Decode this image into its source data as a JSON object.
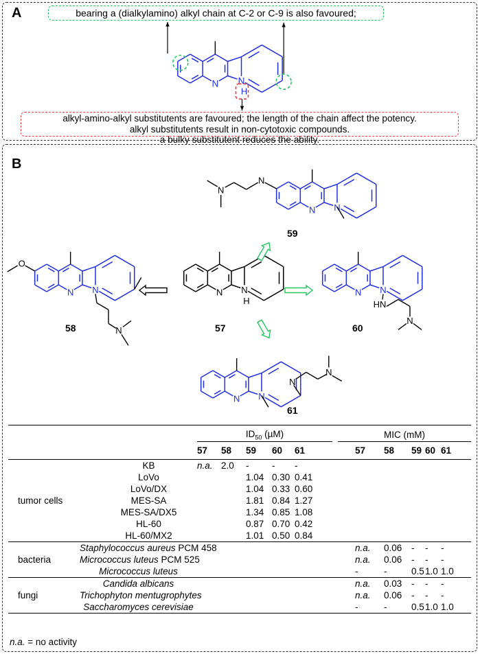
{
  "panel_a": {
    "label": "A",
    "note_top": "bearing a (dialkylamino) alkyl chain at C-2 or C-9 is also favoured;",
    "note_bottom": [
      "alkyl-amino-alkyl substitutents are favoured; the length of the chain affect the potency.",
      "alkyl substitutents result in non-cytotoxic compounds.",
      "a bulky substitutent reduces the ability."
    ]
  },
  "panel_b": {
    "label": "B",
    "compounds": [
      "57",
      "58",
      "59",
      "60",
      "61"
    ]
  },
  "atoms": {
    "N": "N",
    "H": "H",
    "NH": "NH",
    "HN": "HN",
    "O": "O"
  },
  "table": {
    "id50_header": "ID",
    "id50_sub": "50",
    "id50_unit": " (µM)",
    "mic_header": "MIC (mM)",
    "columns": [
      "57",
      "58",
      "59",
      "60",
      "61"
    ],
    "groups": [
      {
        "name": "tumor cells",
        "rows": [
          {
            "label": "KB",
            "id50": [
              "n.a.",
              "2.0",
              "-",
              "-",
              "-"
            ],
            "mic": [
              "",
              "",
              "",
              "",
              ""
            ]
          },
          {
            "label": "LoVo",
            "id50": [
              "",
              "",
              "1.04",
              "0.30",
              "0.41"
            ],
            "mic": [
              "",
              "",
              "",
              "",
              ""
            ]
          },
          {
            "label": "LoVo/DX",
            "id50": [
              "",
              "",
              "1.04",
              "0.33",
              "0.60"
            ],
            "mic": [
              "",
              "",
              "",
              "",
              ""
            ]
          },
          {
            "label": "MES-SA",
            "id50": [
              "",
              "",
              "1.81",
              "0.84",
              "1.27"
            ],
            "mic": [
              "",
              "",
              "",
              "",
              ""
            ]
          },
          {
            "label": "MES-SA/DX5",
            "id50": [
              "",
              "",
              "1.34",
              "0.85",
              "1.08"
            ],
            "mic": [
              "",
              "",
              "",
              "",
              ""
            ]
          },
          {
            "label": "HL-60",
            "id50": [
              "",
              "",
              "0.87",
              "0.70",
              "0.42"
            ],
            "mic": [
              "",
              "",
              "",
              "",
              ""
            ]
          },
          {
            "label": "HL-60/MX2",
            "id50": [
              "",
              "",
              "1.01",
              "0.50",
              "0.84"
            ],
            "mic": [
              "",
              "",
              "",
              "",
              ""
            ]
          }
        ]
      },
      {
        "name": "bacteria",
        "rows": [
          {
            "label_it": "Staphylococcus aureus",
            "label_rest": " PCM 458",
            "id50": [
              "",
              "",
              "",
              "",
              ""
            ],
            "mic": [
              "n.a.",
              "0.06",
              "-",
              "-",
              "-"
            ]
          },
          {
            "label_it": "Micrococcus luteus",
            "label_rest": " PCM 525",
            "id50": [
              "",
              "",
              "",
              "",
              ""
            ],
            "mic": [
              "n.a.",
              "0.06",
              "-",
              "-",
              "-"
            ]
          },
          {
            "label_it": "Micrococcus luteus",
            "label_rest": "",
            "id50": [
              "",
              "",
              "",
              "",
              ""
            ],
            "mic": [
              "-",
              "-",
              "0.5",
              "1.0",
              "1.0"
            ]
          }
        ]
      },
      {
        "name": "fungi",
        "rows": [
          {
            "label_it": "Candida albicans",
            "label_rest": "",
            "id50": [
              "",
              "",
              "",
              "",
              ""
            ],
            "mic": [
              "n.a.",
              "0.03",
              "-",
              "-",
              "-"
            ]
          },
          {
            "label_it": "Trichophyton mentugrophytes",
            "label_rest": "",
            "id50": [
              "",
              "",
              "",
              "",
              ""
            ],
            "mic": [
              "n.a.",
              "0.06",
              "-",
              "-",
              "-"
            ]
          },
          {
            "label_it": "Saccharomyces cerevisiae",
            "label_rest": "",
            "id50": [
              "",
              "",
              "",
              "",
              ""
            ],
            "mic": [
              "-",
              "-",
              "0.5",
              "1.0",
              "1.0"
            ]
          }
        ]
      }
    ],
    "footnote_it": "n.a.",
    "footnote_rest": " = no activity"
  },
  "colors": {
    "blue": "#1f2ee0",
    "green": "#22c55e",
    "red": "#ef3b3b",
    "black": "#000000"
  }
}
